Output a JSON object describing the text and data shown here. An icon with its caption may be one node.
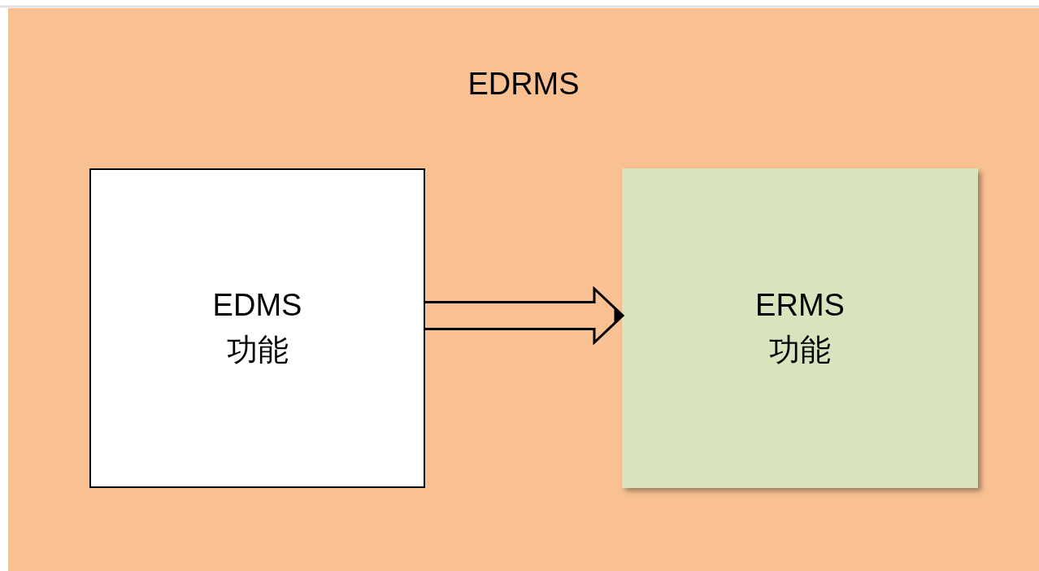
{
  "diagram": {
    "nodes": [
      {
        "text": [
          "EDRMS"
        ]
      },
      {
        "text": [
          "EDMS",
          "功能"
        ],
        "in": 0
      },
      {
        "text": [
          "ERMS",
          "功能"
        ],
        "in": 0
      }
    ],
    "edges": [
      {
        "from": 1,
        "to": 2,
        "arrow": "to"
      }
    ]
  }
}
